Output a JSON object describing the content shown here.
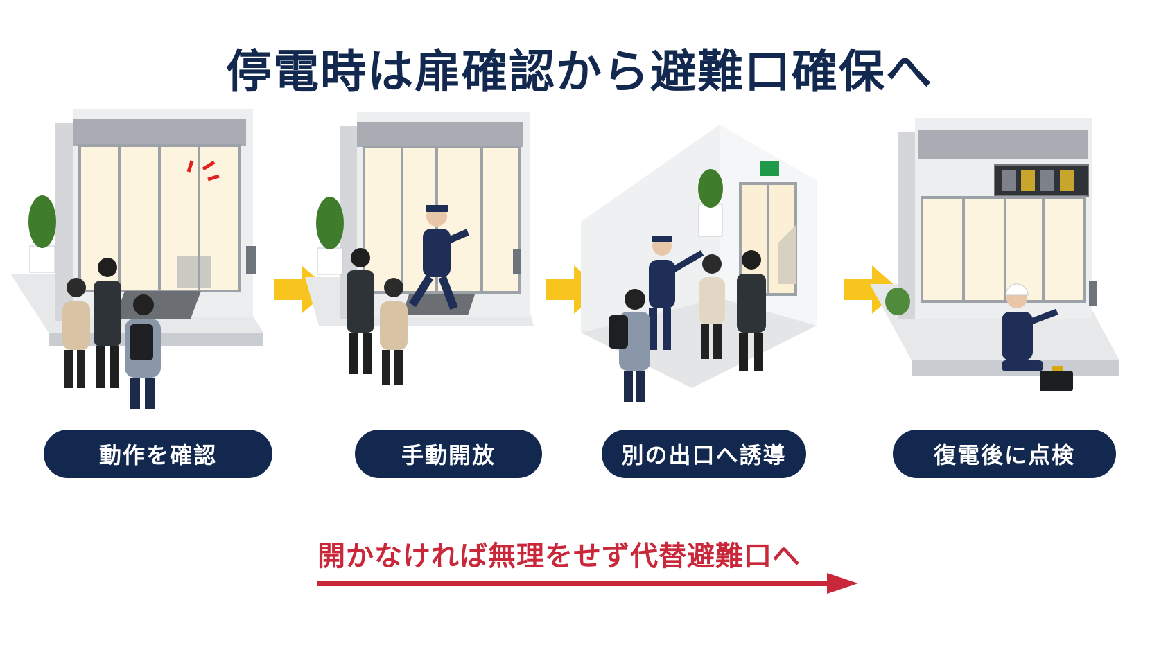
{
  "title": "停電時は扉確認から避難口確保へ",
  "steps": [
    {
      "label": "動作を確認"
    },
    {
      "label": "手動開放"
    },
    {
      "label": "別の出口へ誘導"
    },
    {
      "label": "復電後に点検"
    }
  ],
  "note": "開かなければ無理をせず代替避難口へ",
  "colors": {
    "navy": "#13284f",
    "accent_yellow": "#f7c51e",
    "alert_red": "#c8283a",
    "exit_green": "#1e9a4a"
  }
}
